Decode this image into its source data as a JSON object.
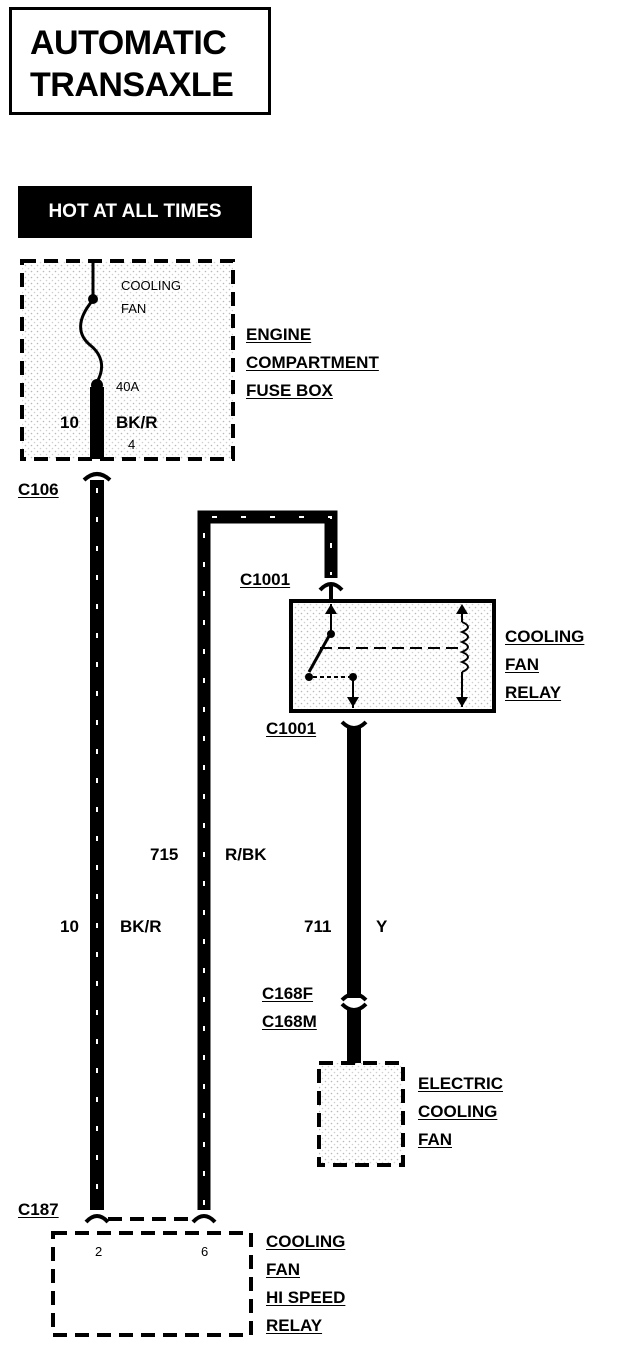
{
  "title": {
    "line1": "AUTOMATIC",
    "line2": "TRANSAXLE"
  },
  "power_label": "HOT AT ALL TIMES",
  "fuse_box": {
    "fuse_name_1": "COOLING",
    "fuse_name_2": "FAN",
    "fuse_rating": "40A",
    "circuit_number": "10",
    "circuit_color": "BK/R",
    "pin": "4",
    "label_1": "ENGINE",
    "label_2": "COMPARTMENT",
    "label_3": "FUSE BOX"
  },
  "connectors": {
    "c106": "C106",
    "c1001_top": "C1001",
    "c1001_bottom": "C1001",
    "c168f": "C168F",
    "c168m": "C168M",
    "c187": "C187"
  },
  "relay": {
    "label_1": "COOLING",
    "label_2": "FAN",
    "label_3": "RELAY"
  },
  "wires": {
    "w10_number": "10",
    "w10_color": "BK/R",
    "w715_number": "715",
    "w715_color": "R/BK",
    "w711_number": "711",
    "w711_color": "Y"
  },
  "fan": {
    "label_1": "ELECTRIC",
    "label_2": "COOLING",
    "label_3": "FAN"
  },
  "hi_speed_relay": {
    "pin_left": "2",
    "pin_right": "6",
    "label_1": "COOLING",
    "label_2": "FAN",
    "label_3": "HI SPEED",
    "label_4": "RELAY"
  }
}
